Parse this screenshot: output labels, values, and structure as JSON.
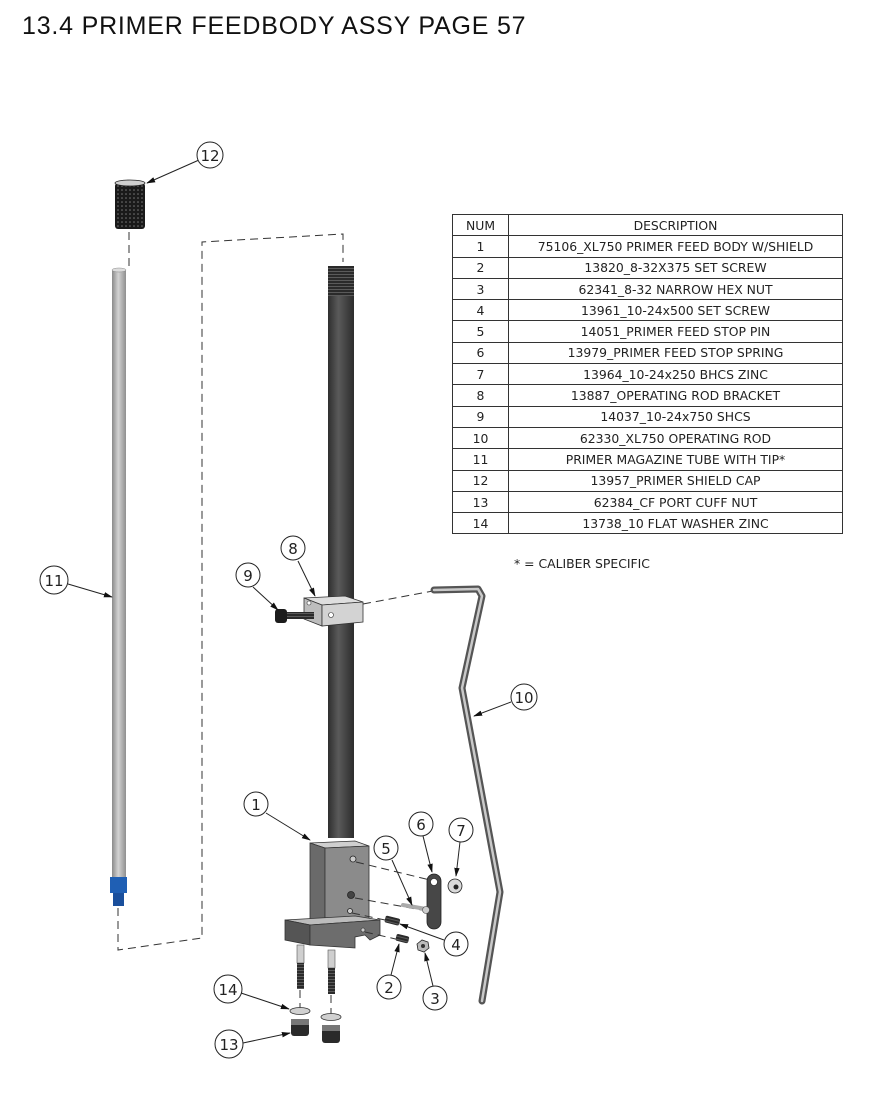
{
  "page": {
    "title": "13.4 PRIMER FEEDBODY ASSY PAGE 57"
  },
  "bom": {
    "headers": {
      "num": "NUM",
      "description": "DESCRIPTION"
    },
    "rows": [
      {
        "num": "1",
        "description": "75106_XL750 PRIMER FEED BODY W/SHIELD"
      },
      {
        "num": "2",
        "description": "13820_8-32X375 SET SCREW"
      },
      {
        "num": "3",
        "description": "62341_8-32 NARROW HEX NUT"
      },
      {
        "num": "4",
        "description": "13961_10-24x500 SET SCREW"
      },
      {
        "num": "5",
        "description": "14051_PRIMER FEED STOP PIN"
      },
      {
        "num": "6",
        "description": "13979_PRIMER FEED STOP SPRING"
      },
      {
        "num": "7",
        "description": "13964_10-24x250 BHCS ZINC"
      },
      {
        "num": "8",
        "description": "13887_OPERATING ROD BRACKET"
      },
      {
        "num": "9",
        "description": "14037_10-24x750 SHCS"
      },
      {
        "num": "10",
        "description": "62330_XL750 OPERATING ROD"
      },
      {
        "num": "11",
        "description": "PRIMER MAGAZINE TUBE WITH TIP*"
      },
      {
        "num": "12",
        "description": "13957_PRIMER SHIELD CAP"
      },
      {
        "num": "13",
        "description": "62384_CF PORT CUFF NUT"
      },
      {
        "num": "14",
        "description": "13738_10 FLAT WASHER ZINC"
      }
    ],
    "footnote": "* = CALIBER SPECIFIC"
  },
  "diagram": {
    "balloons": [
      "1",
      "2",
      "3",
      "4",
      "5",
      "6",
      "7",
      "8",
      "9",
      "10",
      "11",
      "12",
      "13",
      "14"
    ],
    "colors": {
      "tip_blue": "#1f5fb4",
      "rod_dark": "#3c3c3c",
      "tube_gray": "#b4b4b4",
      "metal_gray": "#8c8c8c"
    }
  }
}
